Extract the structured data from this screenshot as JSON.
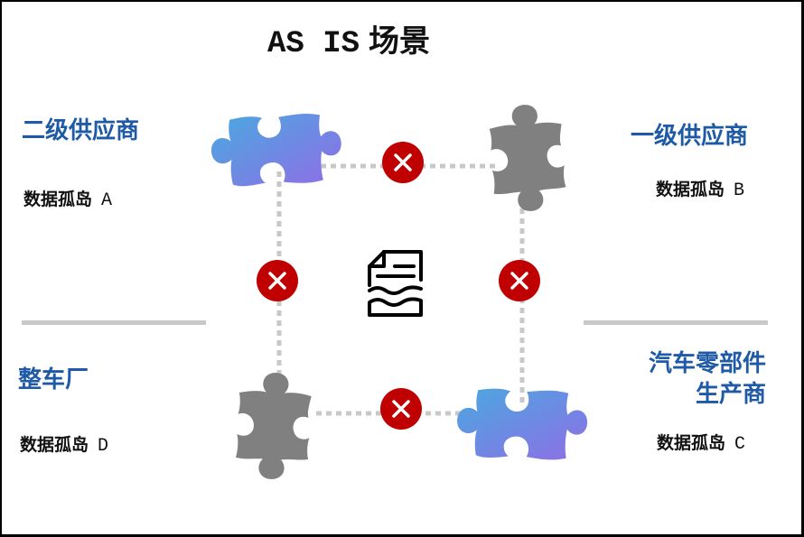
{
  "title": {
    "prefix": "AS IS",
    "suffix": "场景"
  },
  "parties": {
    "top_left": {
      "name": "二级供应商",
      "island_label": "数据孤岛",
      "island_id": "A",
      "piece_color": "gradient"
    },
    "top_right": {
      "name": "一级供应商",
      "island_label": "数据孤岛",
      "island_id": "B",
      "piece_color": "gray"
    },
    "bottom_right": {
      "name_line1": "汽车零部件",
      "name_line2": "生产商",
      "island_label": "数据孤岛",
      "island_id": "C",
      "piece_color": "gradient"
    },
    "bottom_left": {
      "name": "整车厂",
      "island_label": "数据孤岛",
      "island_id": "D",
      "piece_color": "gray"
    }
  },
  "connections": [
    {
      "from": "A",
      "to": "B",
      "status": "blocked",
      "icon": "x-circle-icon"
    },
    {
      "from": "B",
      "to": "C",
      "status": "blocked",
      "icon": "x-circle-icon"
    },
    {
      "from": "D",
      "to": "C",
      "status": "blocked",
      "icon": "x-circle-icon"
    },
    {
      "from": "A",
      "to": "D",
      "status": "blocked",
      "icon": "x-circle-icon"
    }
  ],
  "center_icon": "shredded-document-icon",
  "colors": {
    "party_text": "#1f5aa6",
    "blocked_red": "#c00000",
    "connector_gray": "#c8c8c8",
    "piece_gray": "#808080",
    "gradient_start": "#4aa8e0",
    "gradient_end": "#8f6ee6"
  }
}
